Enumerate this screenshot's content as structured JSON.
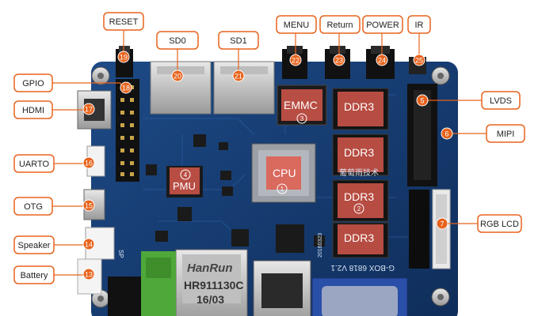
{
  "colors": {
    "pcb": "#163a6e",
    "pcb_dark": "#0e2a52",
    "label_border": "#e8631c",
    "marker_fill": "#e8631c",
    "leader": "#e8631c",
    "highlight": "#e05a4e",
    "silk": "#d8e4f2"
  },
  "callouts": [
    {
      "id": "reset",
      "label": "RESET",
      "num": "19"
    },
    {
      "id": "sd0",
      "label": "SD0",
      "num": "20"
    },
    {
      "id": "sd1",
      "label": "SD1",
      "num": "21"
    },
    {
      "id": "menu",
      "label": "MENU",
      "num": "22"
    },
    {
      "id": "return",
      "label": "Return",
      "num": "23"
    },
    {
      "id": "power",
      "label": "POWER",
      "num": "24"
    },
    {
      "id": "ir",
      "label": "IR",
      "num": "25"
    },
    {
      "id": "gpio",
      "label": "GPIO",
      "num": "18"
    },
    {
      "id": "hdmi",
      "label": "HDMI",
      "num": "17"
    },
    {
      "id": "uart0",
      "label": "UARTO",
      "num": "16"
    },
    {
      "id": "otg",
      "label": "OTG",
      "num": "15"
    },
    {
      "id": "speaker",
      "label": "Speaker",
      "num": "14"
    },
    {
      "id": "battery",
      "label": "Battery",
      "num": "13"
    },
    {
      "id": "lvds",
      "label": "LVDS",
      "num": "5"
    },
    {
      "id": "mipi",
      "label": "MIPI",
      "num": "6"
    },
    {
      "id": "rgblcd",
      "label": "RGB LCD",
      "num": "7"
    }
  ],
  "chips": [
    {
      "id": "cpu",
      "label": "CPU",
      "num": "1"
    },
    {
      "id": "ddr3a",
      "label": "DDR3",
      "num": ""
    },
    {
      "id": "ddr3b",
      "label": "DDR3",
      "num": ""
    },
    {
      "id": "ddr3c",
      "label": "DDR3",
      "num": "2"
    },
    {
      "id": "ddr3d",
      "label": "DDR3",
      "num": ""
    },
    {
      "id": "emmc",
      "label": "EMMC",
      "num": "3"
    },
    {
      "id": "pmu",
      "label": "PMU",
      "num": "4"
    }
  ],
  "silkscreen": {
    "brand": "HanRun",
    "part": "HR911130C",
    "date": "16/03",
    "chinese": "葡萄雨技术",
    "board": "G-BOX 6818 V2.1",
    "date_code": "20160323",
    "sp_mark": "SP"
  }
}
